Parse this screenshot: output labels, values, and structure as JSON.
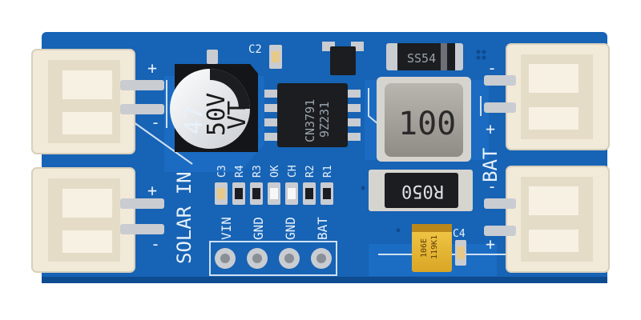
{
  "board": {
    "colors": {
      "pcb": "#1763b5",
      "pcb_dark": "#0e4b8f",
      "silkscreen": "#e8f1fa",
      "connector": "#f2ead9",
      "pad": "#c9ccd1",
      "chip": "#1b1d20",
      "background": "#ffffff"
    },
    "capacitor": {
      "capacity": "47",
      "voltage": "50V",
      "series": "VT"
    },
    "ic": {
      "line1": "CN3791",
      "line2": "9Z231"
    },
    "inductor": {
      "value": "100"
    },
    "resistor": {
      "value": "R050"
    },
    "diode": {
      "value": "SS54"
    },
    "tantalum": {
      "line1": "106E",
      "line2": "119K1"
    },
    "labels": {
      "c2": "C2",
      "c4": "C4",
      "solar_in": "SOLAR IN",
      "bat": "BAT",
      "plus": "+",
      "minus": "-",
      "smd_refs": [
        "C3",
        "R4",
        "R3",
        "OK",
        "CH",
        "R2",
        "R1"
      ],
      "pin_labels": [
        "VIN",
        "GND",
        "GND",
        "BAT"
      ]
    }
  }
}
